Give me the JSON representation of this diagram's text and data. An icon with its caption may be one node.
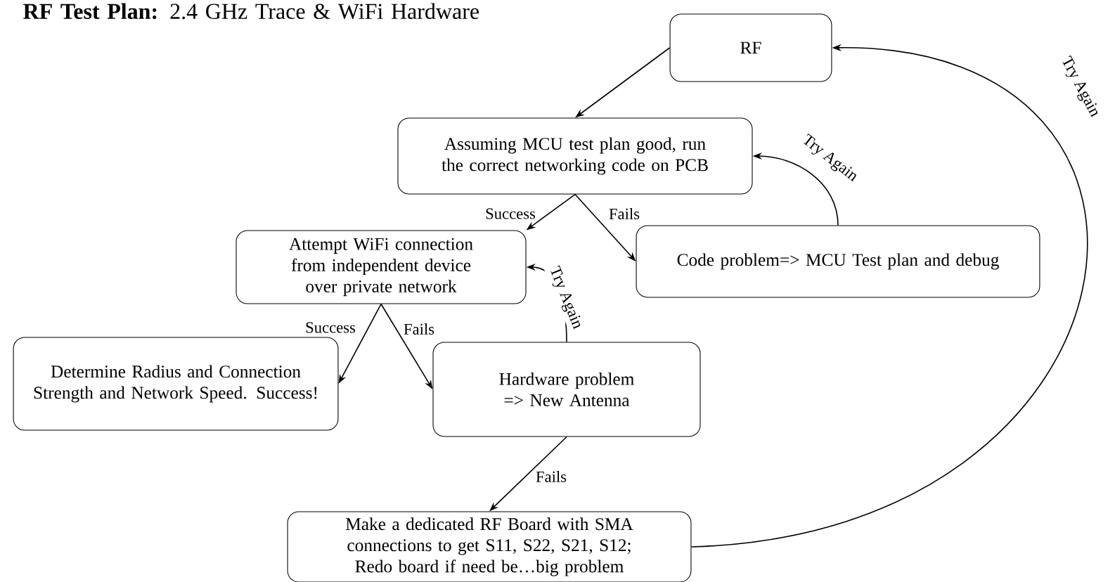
{
  "diagram": {
    "title": "**RF Test Plan:** 2.4 GHz Trace & WiFi Hardware",
    "nodes": [
      {
        "text": [
          "RF"
        ]
      },
      {
        "text": [
          "Assuming MCU test plan good, run the correct networking code on PCB"
        ]
      },
      {
        "text": [
          "Attempt WiFi connection from independent device over private network"
        ]
      },
      {
        "text": [
          "Code problem=> MCU Test plan and debug"
        ]
      },
      {
        "text": [
          "Determine Radius and Connection Strength and Network Speed. Success!"
        ]
      },
      {
        "text": [
          "Hardware problem => New Antenna"
        ]
      },
      {
        "text": [
          "Make a dedicated RF Board with SMA connections to get S11, S22, S21, S12; Redo board if need be…big problem"
        ]
      }
    ],
    "edges": [
      {
        "from": 0,
        "to": 1,
        "arrow": "to"
      },
      {
        "from": 1,
        "to": 2,
        "arrow": "to",
        "label": "Success"
      },
      {
        "from": 1,
        "to": 3,
        "arrow": "to",
        "label": "Fails"
      },
      {
        "from": 3,
        "to": 1,
        "arrow": "to",
        "label": "Try Again"
      },
      {
        "from": 2,
        "to": 4,
        "arrow": "to",
        "label": "Success"
      },
      {
        "from": 2,
        "to": 5,
        "arrow": "to",
        "label": "Fails"
      },
      {
        "from": 5,
        "to": 2,
        "arrow": "to",
        "label": "Try Again"
      },
      {
        "from": 5,
        "to": 6,
        "arrow": "to",
        "label": "Fails"
      },
      {
        "from": 6,
        "to": 0,
        "arrow": "to",
        "label": "Try Again"
      }
    ]
  }
}
